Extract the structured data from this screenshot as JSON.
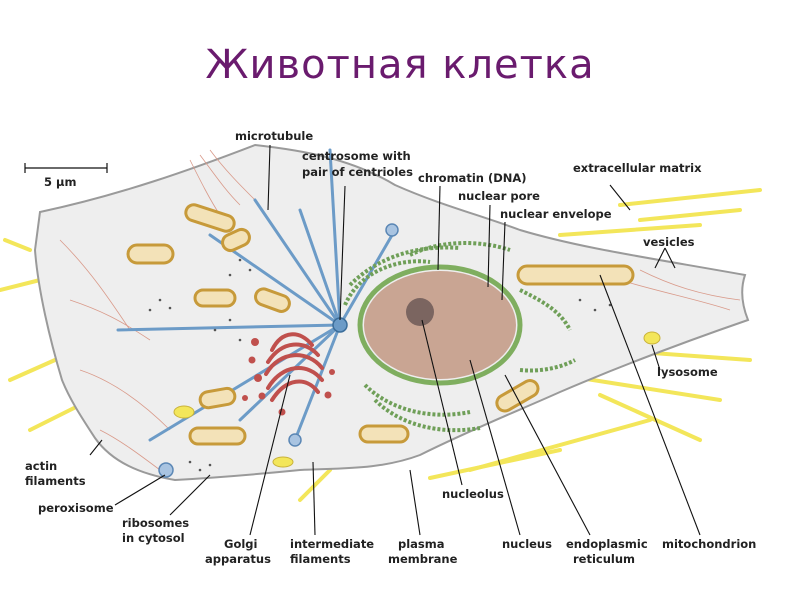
{
  "title": "Животная клетка",
  "scale_bar": {
    "label": "5 μm"
  },
  "labels": {
    "microtubule": "microtubule",
    "centrosome_1": "centrosome with",
    "centrosome_2": "pair of centrioles",
    "chromatin": "chromatin (DNA)",
    "nuclear_pore": "nuclear pore",
    "nuclear_envelope": "nuclear envelope",
    "extracellular_matrix": "extracellular matrix",
    "vesicles": "vesicles",
    "lysosome": "lysosome",
    "actin_1": "actin",
    "actin_2": "filaments",
    "peroxisome": "peroxisome",
    "ribosomes_1": "ribosomes",
    "ribosomes_2": "in cytosol",
    "golgi_1": "Golgi",
    "golgi_2": "apparatus",
    "intermediate_1": "intermediate",
    "intermediate_2": "filaments",
    "plasma_1": "plasma",
    "plasma_2": "membrane",
    "nucleolus": "nucleolus",
    "nucleus": "nucleus",
    "er_1": "endoplasmic",
    "er_2": "reticulum",
    "mitochondrion": "mitochondrion"
  },
  "colors": {
    "title": "#6a1b6e",
    "cytoplasm": "#eeeeee",
    "membrane": "#9a9a9a",
    "nucleus": "#c9a593",
    "nuclear_envelope": "#7fae5f",
    "microtubule": "#6c9bc7",
    "mitochondria": "#c79a3a",
    "golgi": "#c0504d",
    "er": "#6f9f58",
    "matrix": "#f3e65a",
    "actin": "#d99a8a"
  }
}
